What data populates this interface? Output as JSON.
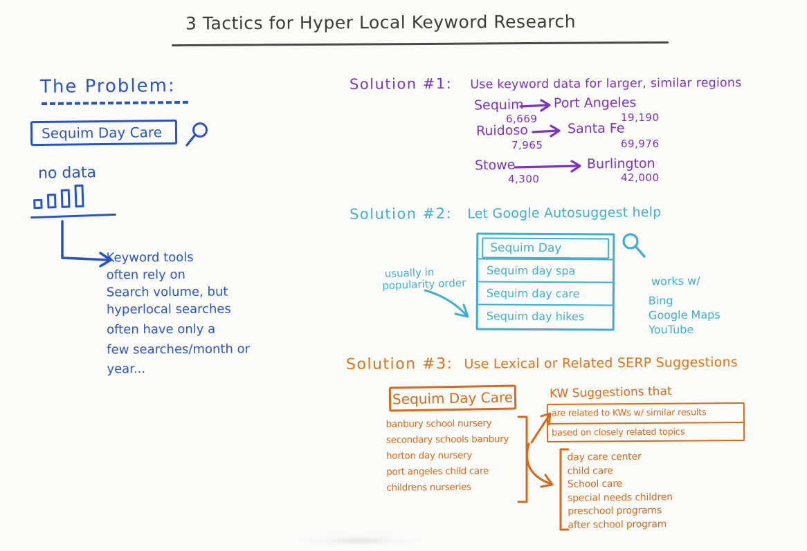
{
  "title": "3 Tactics for Hyper Local Keyword Research",
  "colors": {
    "blue": "#2a54c4",
    "purple": "#7b33c4",
    "teal": "#3eafce",
    "orange": "#d8691a",
    "ink": "#3d3b38"
  },
  "icons": {
    "search-icon": "magnifying-glass",
    "arrow-right-icon": "→",
    "elbow-arrow-icon": "└→",
    "curved-arrow-icon": "↘",
    "bracket-right-icon": "]",
    "bracket-left-icon": "["
  },
  "problem": {
    "heading": "The Problem:",
    "search_query": "Sequim Day Care",
    "no_data_label": "no data",
    "note_lines": [
      "Keyword tools",
      "often rely on",
      "Search volume, but",
      "hyperlocal searches",
      "often have only a",
      "few searches/month or",
      "year..."
    ]
  },
  "solution1": {
    "label": "Solution #1:",
    "rest": "Use keyword data for larger, similar regions",
    "pairs": [
      {
        "from": "Sequim",
        "from_value": "6,669",
        "to": "Port Angeles",
        "to_value": "19,190"
      },
      {
        "from": "Ruidoso",
        "from_value": "7,965",
        "to": "Santa Fe",
        "to_value": "69,976"
      },
      {
        "from": "Stowe",
        "from_value": "4,300",
        "to": "Burlington",
        "to_value": "42,000"
      }
    ]
  },
  "solution2": {
    "label": "Solution #2:",
    "rest": "Let Google Autosuggest help",
    "query": "Sequim Day",
    "suggestions": [
      "Sequim day spa",
      "Sequim day care",
      "Sequim day hikes"
    ],
    "note_left_lines": [
      "usually in",
      "popularity order"
    ],
    "works_with_title": "works w/",
    "works_with": [
      "Bing",
      "Google Maps",
      "YouTube"
    ]
  },
  "solution3": {
    "label": "Solution #3:",
    "rest": "Use Lexical or Related SERP Suggestions",
    "query_box": "Sequim Day Care",
    "kw_title": "KW Suggestions that",
    "kw_boxes": [
      "are related to KWs w/ similar results",
      "based on closely related topics"
    ],
    "lexical_list": [
      "banbury school nursery",
      "secondary schools banbury",
      "horton day nursery",
      "port angeles child care",
      "childrens nurseries"
    ],
    "related_list": [
      "day care center",
      "child care",
      "School care",
      "special needs children",
      "preschool programs",
      "after school program"
    ]
  }
}
